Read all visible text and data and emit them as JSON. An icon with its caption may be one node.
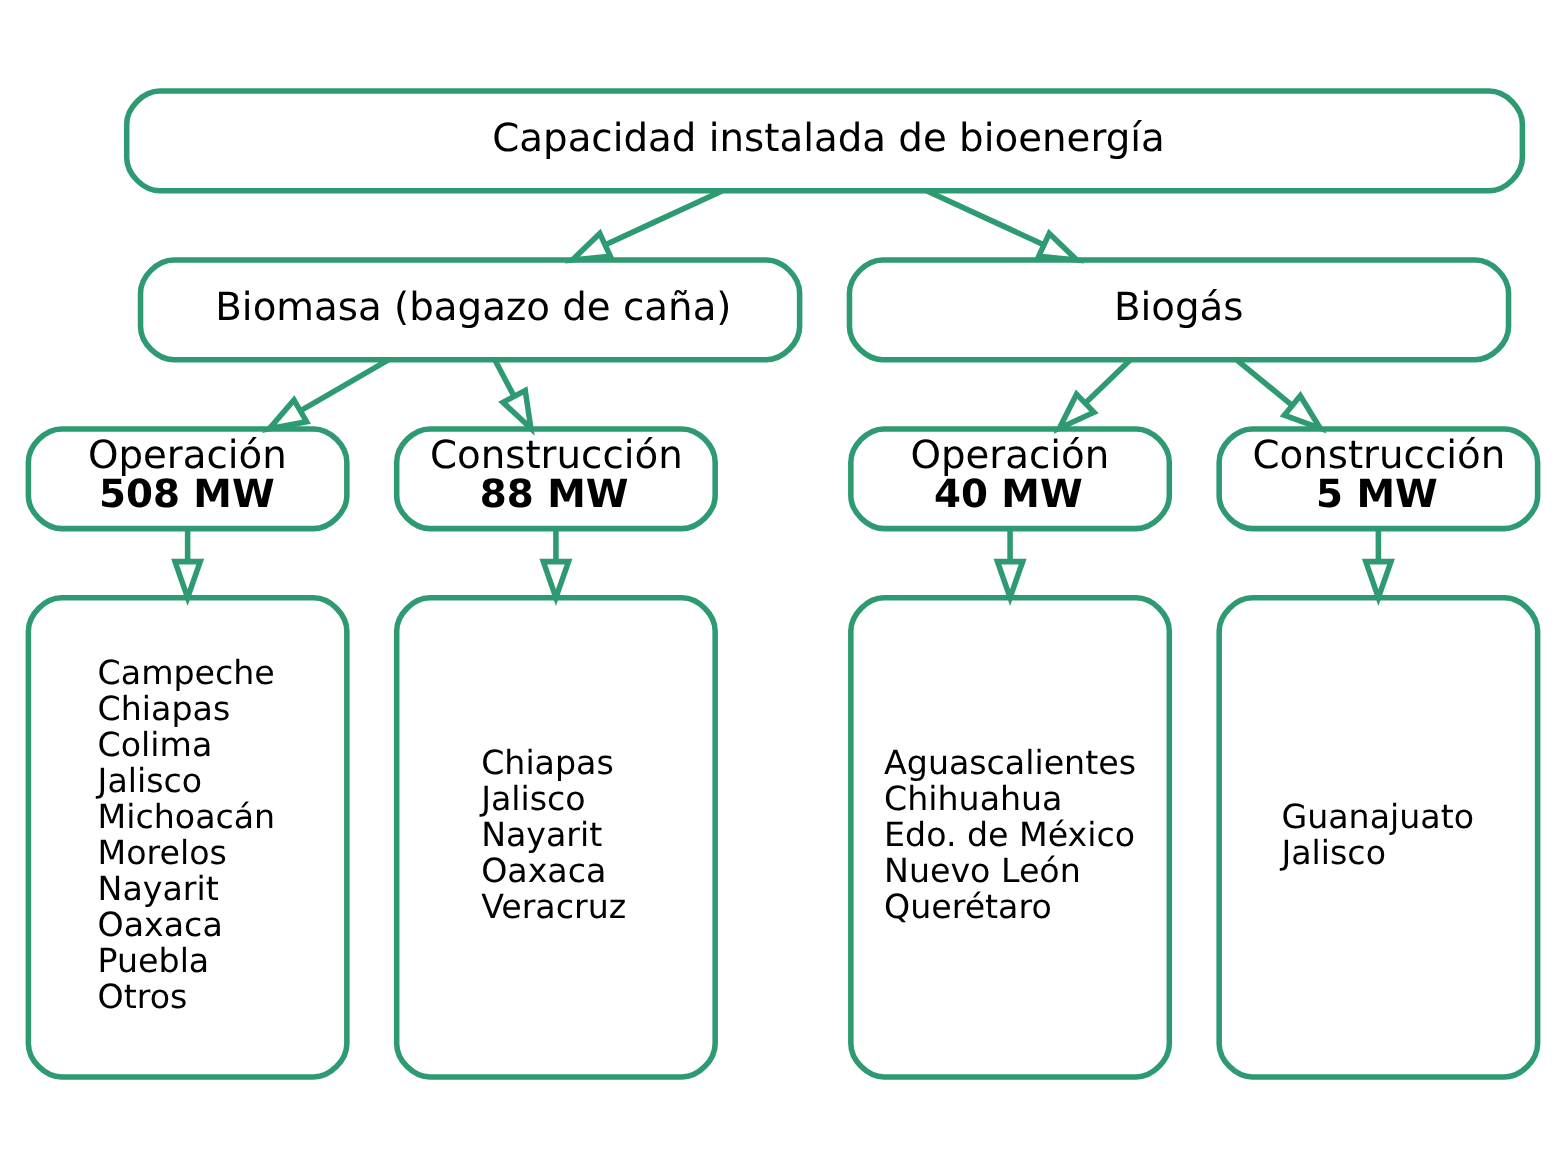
{
  "diagram": {
    "nodes": [
      {
        "text": [
          "Capacidad instalada de bioenergía"
        ]
      },
      {
        "text": [
          "Biomasa (bagazo de caña)"
        ]
      },
      {
        "text": [
          "Biogás"
        ]
      },
      {
        "text": [
          "Operación",
          "508 MW"
        ]
      },
      {
        "text": [
          "Construcción",
          "88 MW"
        ]
      },
      {
        "text": [
          "Operación",
          "40 MW"
        ]
      },
      {
        "text": [
          "Construcción",
          "5 MW"
        ]
      },
      {
        "text": [
          "Campeche",
          "Chiapas",
          "Colima",
          "Jalisco",
          "Michoacán",
          "Morelos",
          "Nayarit",
          "Oaxaca",
          "Puebla",
          "Otros"
        ]
      },
      {
        "text": [
          "Chiapas",
          "Jalisco",
          "Nayarit",
          "Oaxaca",
          "Veracruz"
        ]
      },
      {
        "text": [
          "Aguascalientes",
          "Chihuahua",
          "Edo. de México",
          "Nuevo León",
          "Querétaro"
        ]
      },
      {
        "text": [
          "Guanajuato",
          "Jalisco"
        ]
      }
    ],
    "edges": [
      {
        "from": 0,
        "to": 1,
        "arrow": "to"
      },
      {
        "from": 0,
        "to": 2,
        "arrow": "to"
      },
      {
        "from": 1,
        "to": 3,
        "arrow": "to"
      },
      {
        "from": 1,
        "to": 4,
        "arrow": "to"
      },
      {
        "from": 2,
        "to": 5,
        "arrow": "to"
      },
      {
        "from": 2,
        "to": 6,
        "arrow": "to"
      },
      {
        "from": 3,
        "to": 7,
        "arrow": "to"
      },
      {
        "from": 4,
        "to": 8,
        "arrow": "to"
      },
      {
        "from": 5,
        "to": 9,
        "arrow": "to"
      },
      {
        "from": 6,
        "to": 10,
        "arrow": "to"
      }
    ]
  }
}
